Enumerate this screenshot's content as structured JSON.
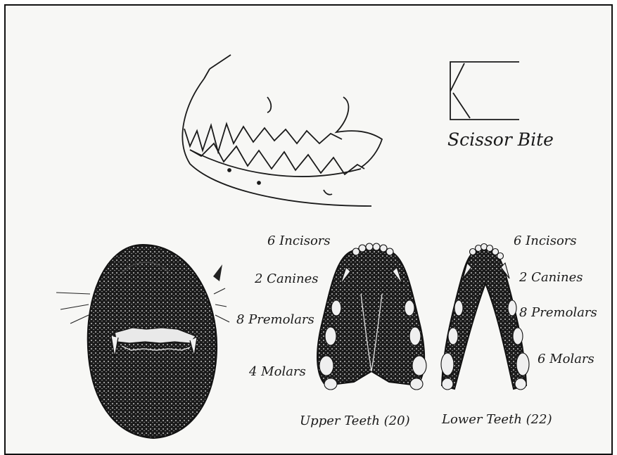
{
  "scissor_bite": {
    "label": "Scissor Bite"
  },
  "upper_jaw": {
    "title": "Upper Teeth (20)",
    "labels": [
      "6 Incisors",
      "2 Canines",
      "8 Premolars",
      "4 Molars"
    ]
  },
  "lower_jaw": {
    "title": "Lower Teeth (22)",
    "labels": [
      "6 Incisors",
      "2 Canines",
      "8 Premolars",
      "6 Molars"
    ]
  },
  "colors": {
    "ink": "#111111",
    "paper": "#f7f7f5"
  }
}
